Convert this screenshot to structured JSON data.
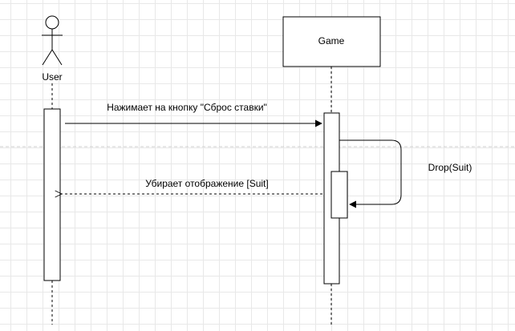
{
  "actor": {
    "label": "User"
  },
  "participant": {
    "label": "Game"
  },
  "messages": [
    {
      "label": "Нажимает на кнопку \"Сброс ставки\"",
      "kind": "sync"
    },
    {
      "label": "Drop(Suit)",
      "kind": "self"
    },
    {
      "label": "Убирает отображение [Suit]",
      "kind": "return"
    }
  ],
  "colors": {
    "line": "#000000",
    "box_fill": "#ffffff",
    "grid": "#e8e8e8"
  }
}
